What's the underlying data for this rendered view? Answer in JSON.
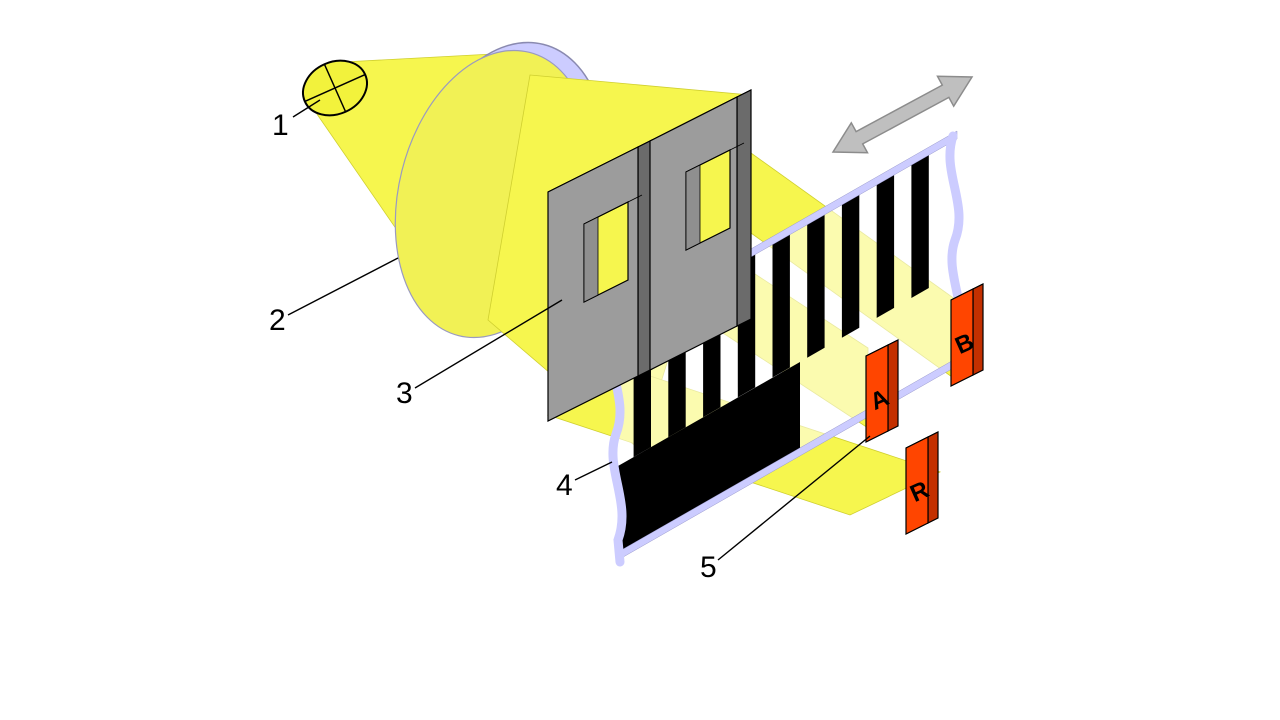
{
  "diagram": {
    "callouts": [
      "1",
      "2",
      "3",
      "4",
      "5"
    ],
    "detectors": [
      "A",
      "B",
      "R"
    ],
    "colors": {
      "beam_yellow": "#f6f64e",
      "lamp_yellow": "#f2f23c",
      "lens_lavender": "#ccccff",
      "strip_edge_lavender": "#ccccff",
      "mask_gray": "#9c9c9c",
      "mask_gray_light": "#c8c8c8",
      "mask_gray_dark": "#6b6b6b",
      "stripe_black": "#000000",
      "detector_orange_red": "#ff4500",
      "arrow_gray": "#bfbfbf",
      "outline_black": "#000000",
      "background_white": "#ffffff"
    }
  }
}
